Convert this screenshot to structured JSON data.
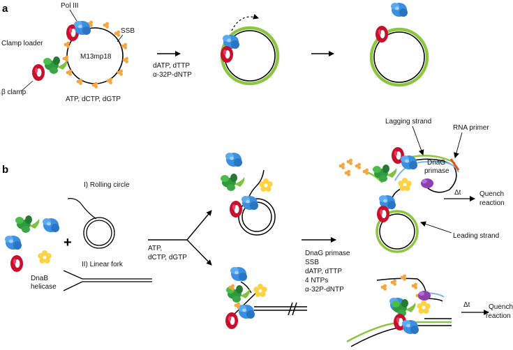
{
  "panel_a": {
    "letter": "a",
    "pol3": "Pol III",
    "ssb": "SSB",
    "clamp_loader": "Clamp loader",
    "plasmid": "M13mp18",
    "beta_clamp": "β clamp",
    "nucleotides_initial": "ATP, dCTP, dGTP",
    "reagents_line1": "dATP, dTTP",
    "reagents_line2": "α-32P-dNTP"
  },
  "panel_b": {
    "letter": "b",
    "rolling_circle": "I) Rolling circle",
    "linear_fork": "II) Linear fork",
    "plus": "+",
    "helicase_line1": "DnaB",
    "helicase_line2": "helicase",
    "nucleotides_line1": "ATP,",
    "nucleotides_line2": "dCTP, dGTP",
    "lagging_strand": "Lagging strand",
    "rna_primer": "RNA primer",
    "primase_line1": "DnaG",
    "primase_line2": "primase",
    "leading_strand": "Leading strand",
    "delta_t": "Δt",
    "quench_line1": "Quench",
    "quench_line2": "reaction",
    "mix_line1": "DnaG primase",
    "mix_line2": "SSB",
    "mix_line3": "dATP, dTTP",
    "mix_line4": "4 NTPs",
    "mix_line5": "α-32P-dNTP"
  },
  "colors": {
    "pol3": "#3b8fe0",
    "clamp": "#c8102e",
    "ssb": "#f4a640",
    "clamp_loader": "#2e9a3e",
    "helicase": "#ffd23f",
    "primase": "#8e3fb0",
    "new_strand": "#8cc63f",
    "rna_primer": "#e8501c",
    "lagging_dna": "#7ab8e8"
  }
}
